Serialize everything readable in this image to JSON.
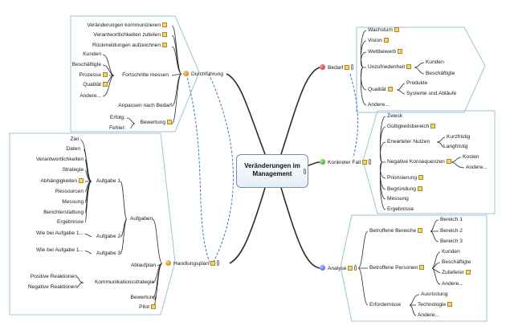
{
  "central": {
    "title": "Veränderungen im Management"
  },
  "branches": {
    "durchfuehrung": {
      "label": "Durchführung",
      "items": [
        "Veränderungen kommunizieren",
        "Verantwortlichkeiten zuteilen",
        "Rückmeldungen aufzeichnen",
        "Fortschritte messen",
        "Anpassen nach Bedarf",
        "Bewertung"
      ],
      "fortschritte": [
        "Kunden",
        "Beschäftigte",
        "Prozesse",
        "Qualität",
        "Andere..."
      ],
      "bewertung": [
        "Erfolg",
        "Fehler"
      ]
    },
    "bedarf": {
      "label": "Bedarf",
      "items": [
        "Wachstum",
        "Vision",
        "Wettbewerb",
        "Unzufriedenheit",
        "Qualität",
        "Andere..."
      ],
      "unzufriedenheit": [
        "Kunden",
        "Beschäftigte"
      ],
      "qualitaet": [
        "Produkte",
        "Systeme und Abläufe"
      ]
    },
    "konkreter_fall": {
      "label": "Konkreter Fall",
      "items": [
        "Zweck",
        "Gültigkeitsbereich",
        "Erwarteter Nutzen",
        "Negative Konsequenzen",
        "Priorisierung",
        "Begründung",
        "Messung",
        "Ergebnisse"
      ],
      "nutzen": [
        "Kurzfristig",
        "Langfristig"
      ],
      "konsequenzen": [
        "Kosten",
        "Andere..."
      ]
    },
    "analyse": {
      "label": "Analyse",
      "items": [
        "Betroffene Bereiche",
        "Betroffene Personen",
        "Erfordernisse"
      ],
      "bereiche": [
        "Bereich 1",
        "Bereich 2",
        "Bereich 3"
      ],
      "personen": [
        "Kunden",
        "Beschäftigte",
        "Zulieferer",
        "Andere..."
      ],
      "erfordernisse": [
        "Ausrüstung",
        "Technologie",
        "Andere..."
      ]
    },
    "handlungsplan": {
      "label": "Handlungsplan",
      "items": [
        "Aufgaben",
        "Ablaufplan",
        "Kommunikationsstrategie",
        "Bewertung",
        "Pilot"
      ],
      "aufgaben": [
        "Aufgabe 1",
        "Aufgabe 2",
        "Aufgabe 3"
      ],
      "aufgabe1": [
        "Ziel",
        "Daten",
        "Verantwortlichkeiten",
        "Strategie",
        "Abhängigkeiten",
        "Ressourcen",
        "Messung",
        "Berichterstattung",
        "Ergebnisse"
      ],
      "aufgabe2": [
        "Wie bei Aufgabe 1..."
      ],
      "aufgabe3": [
        "Wie bei Aufgabe 1..."
      ],
      "kommunikation": [
        "Positive Reaktionen",
        "Negative Reaktionen"
      ]
    }
  },
  "colors": {
    "line": "#2b2b2b",
    "frame": "#9cc4d8",
    "dashed": "#3a78b8",
    "note": "#f3d36a"
  }
}
